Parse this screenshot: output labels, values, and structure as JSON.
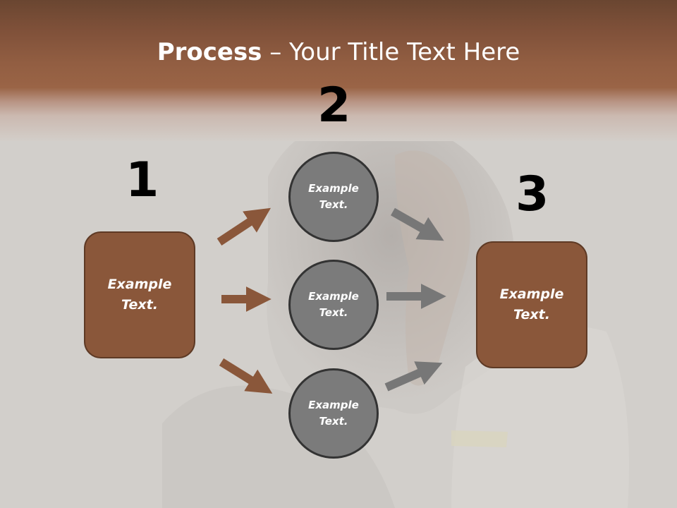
{
  "title": {
    "bold": "Process",
    "rest": " – Your Title Text Here"
  },
  "steps": [
    {
      "number": "1",
      "label": "Example\nText."
    },
    {
      "number": "2",
      "label": "Example\nText."
    },
    {
      "number": "3",
      "label": "Example\nText."
    }
  ],
  "circles": [
    {
      "label": "Example\nText."
    },
    {
      "label": "Example\nText."
    },
    {
      "label": "Example\nText."
    }
  ],
  "colors": {
    "brown": "#8a573a",
    "brown_border": "#5e3a25",
    "arrow_brown": "#8a573a",
    "arrow_gray": "#777777",
    "circle_fill": "#7b7b7b",
    "circle_border": "#333333"
  }
}
